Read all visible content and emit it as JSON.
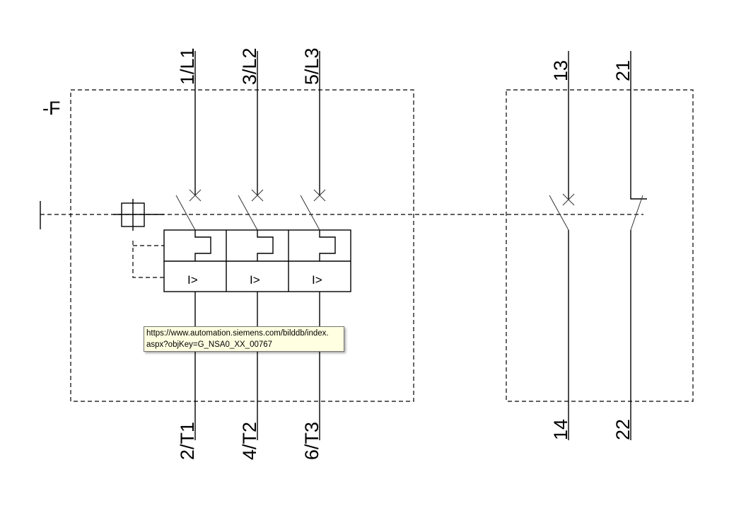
{
  "device_label": "-F",
  "top_terminals": [
    "1/L1",
    "3/L2",
    "5/L3"
  ],
  "bottom_terminals": [
    "2/T1",
    "4/T2",
    "6/T3"
  ],
  "aux_top": [
    "13",
    "21"
  ],
  "aux_bottom": [
    "14",
    "22"
  ],
  "overcurrent_symbol": "I>",
  "tooltip": {
    "line1": "https://www.automation.siemens.com/bilddb/index.",
    "line2": "aspx?objKey=G_NSA0_XX_00767"
  }
}
